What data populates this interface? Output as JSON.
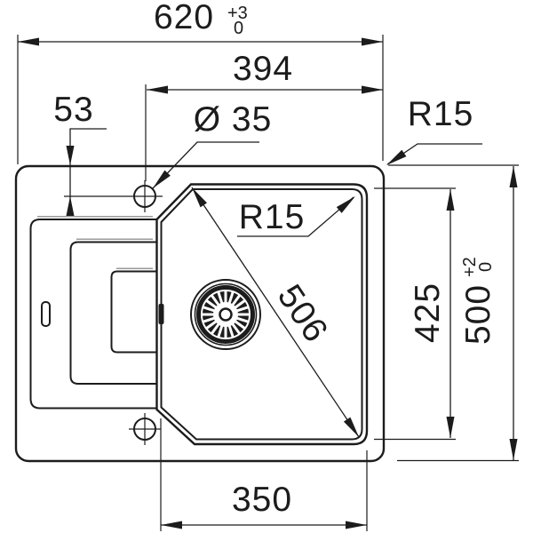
{
  "drawing": {
    "name": "Inset sink with drainboard — cut-out dimension drawing",
    "labels": {
      "overall_width": "620",
      "overall_width_tol_plus": "+3",
      "overall_width_tol_minus": "0",
      "tap_hole_to_right_edge": "394",
      "tap_hole_offset_from_top": "53",
      "tap_hole_diameter": "Ø 35",
      "outer_corner_radius": "R15",
      "bowl_corner_radius": "R15",
      "bowl_diagonal": "506",
      "bowl_length": "425",
      "overall_depth": "500",
      "overall_depth_tol_plus": "+2",
      "overall_depth_tol_minus": "0",
      "bowl_width": "350"
    },
    "colors": {
      "line": "#1c1c1c",
      "background": "#ffffff",
      "shadow_line": "#9a9a9a"
    }
  }
}
